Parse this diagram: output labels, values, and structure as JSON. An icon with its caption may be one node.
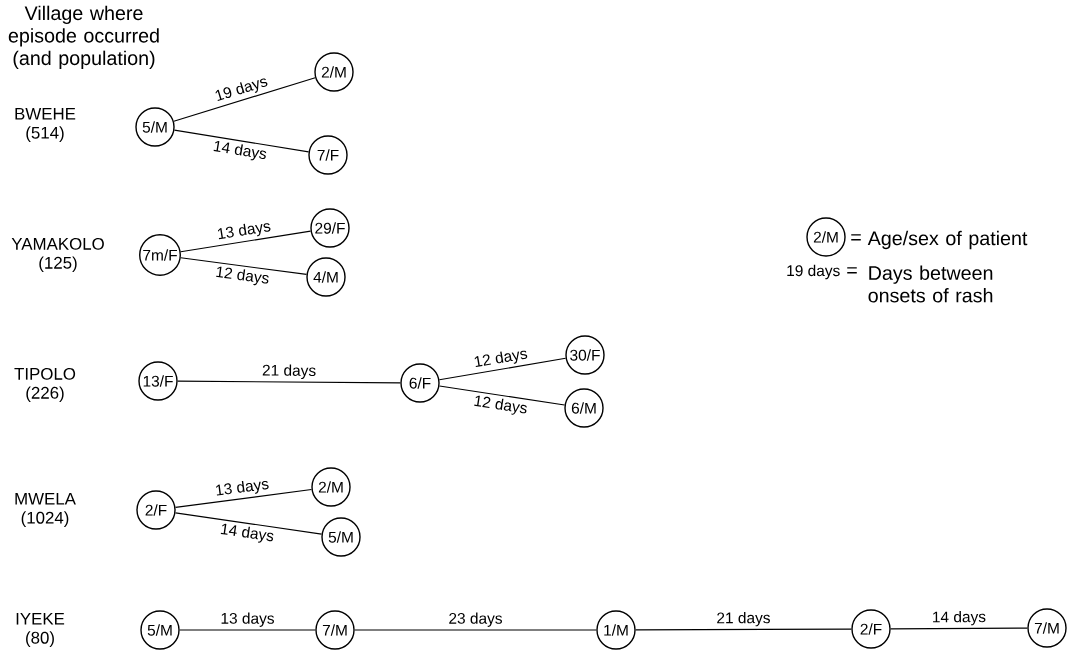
{
  "diagram": {
    "nodes": [
      {
        "text": [
          "5/M"
        ]
      },
      {
        "text": [
          "2/M"
        ]
      },
      {
        "text": [
          "7/F"
        ]
      },
      {
        "text": [
          "7m/F"
        ]
      },
      {
        "text": [
          "29/F"
        ]
      },
      {
        "text": [
          "4/M"
        ]
      },
      {
        "text": [
          "13/F"
        ]
      },
      {
        "text": [
          "6/F"
        ]
      },
      {
        "text": [
          "30/F"
        ]
      },
      {
        "text": [
          "6/M"
        ]
      },
      {
        "text": [
          "2/F"
        ]
      },
      {
        "text": [
          "2/M"
        ]
      },
      {
        "text": [
          "5/M"
        ]
      },
      {
        "text": [
          "5/M"
        ]
      },
      {
        "text": [
          "7/M"
        ]
      },
      {
        "text": [
          "1/M"
        ]
      },
      {
        "text": [
          "2/F"
        ]
      },
      {
        "text": [
          "7/M"
        ]
      },
      {
        "text": [
          "2/M"
        ]
      }
    ],
    "edges": [
      {
        "from": 0,
        "to": 1,
        "arrow": "none",
        "label": "19 days"
      },
      {
        "from": 0,
        "to": 2,
        "arrow": "none",
        "label": "14 days"
      },
      {
        "from": 3,
        "to": 4,
        "arrow": "none",
        "label": "13 days"
      },
      {
        "from": 3,
        "to": 5,
        "arrow": "none",
        "label": "12 days"
      },
      {
        "from": 6,
        "to": 7,
        "arrow": "none",
        "label": "21 days"
      },
      {
        "from": 7,
        "to": 8,
        "arrow": "none",
        "label": "12 days"
      },
      {
        "from": 7,
        "to": 9,
        "arrow": "none",
        "label": "12 days"
      },
      {
        "from": 10,
        "to": 11,
        "arrow": "none",
        "label": "13 days"
      },
      {
        "from": 10,
        "to": 12,
        "arrow": "none",
        "label": "14 days"
      },
      {
        "from": 13,
        "to": 14,
        "arrow": "none",
        "label": "13 days"
      },
      {
        "from": 14,
        "to": 15,
        "arrow": "none",
        "label": "23 days"
      },
      {
        "from": 15,
        "to": 16,
        "arrow": "none",
        "label": "21 days"
      },
      {
        "from": 16,
        "to": 17,
        "arrow": "none",
        "label": "14 days"
      }
    ],
    "labels": [
      "Village where episode occurred (and population)",
      "BWEHE (514)",
      "YAMAKOLO (125)",
      "TIPOLO (226)",
      "MWELA (1024)",
      "IYEKE (80)",
      "19 days",
      "=",
      "="
    ],
    "legend": [
      {
        "text": "Age/sex of patient"
      },
      {
        "text": "Days between onsets of rash"
      }
    ]
  }
}
